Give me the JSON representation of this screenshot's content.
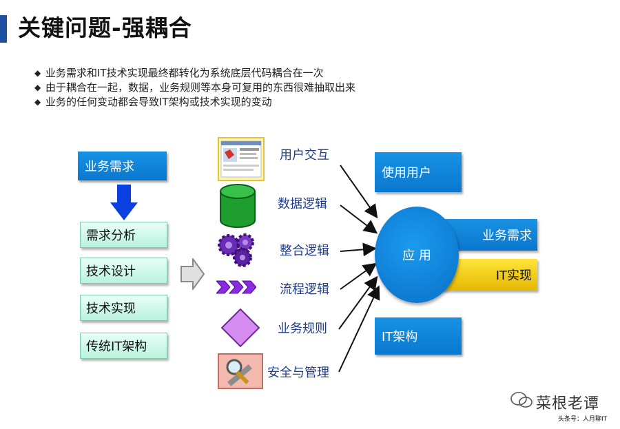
{
  "title": "关键问题-强耦合",
  "bullets": [
    "业务需求和IT技术实现最终都转化为系统底层代码耦合在一次",
    "由于耦合在一起，数据，业务规则等本身可复用的东西很难抽取出来",
    "业务的任何变动都会导致IT架构或技术实现的变动"
  ],
  "bullet_symbol": "◆",
  "left_column": {
    "top_box": "业务需求",
    "stack": [
      "需求分析",
      "技术设计",
      "技术实现",
      "传统IT架构"
    ]
  },
  "middle_labels": [
    "用户交互",
    "数据逻辑",
    "整合逻辑",
    "流程逻辑",
    "业务规则",
    "安全与管理"
  ],
  "right": {
    "users": "使用用户",
    "app": "应 用",
    "business_req": "业务需求",
    "it_impl": "IT实现",
    "it_arch": "IT架构"
  },
  "watermark": {
    "name": "菜根老谭",
    "sub": "头条号：人月聊IT"
  },
  "colors": {
    "blue": "#0a78cf",
    "mint": "#c7f5e4",
    "yellow": "#ffd800",
    "title_bar": "#1f4fa0",
    "label_text": "#1f3d8a"
  }
}
